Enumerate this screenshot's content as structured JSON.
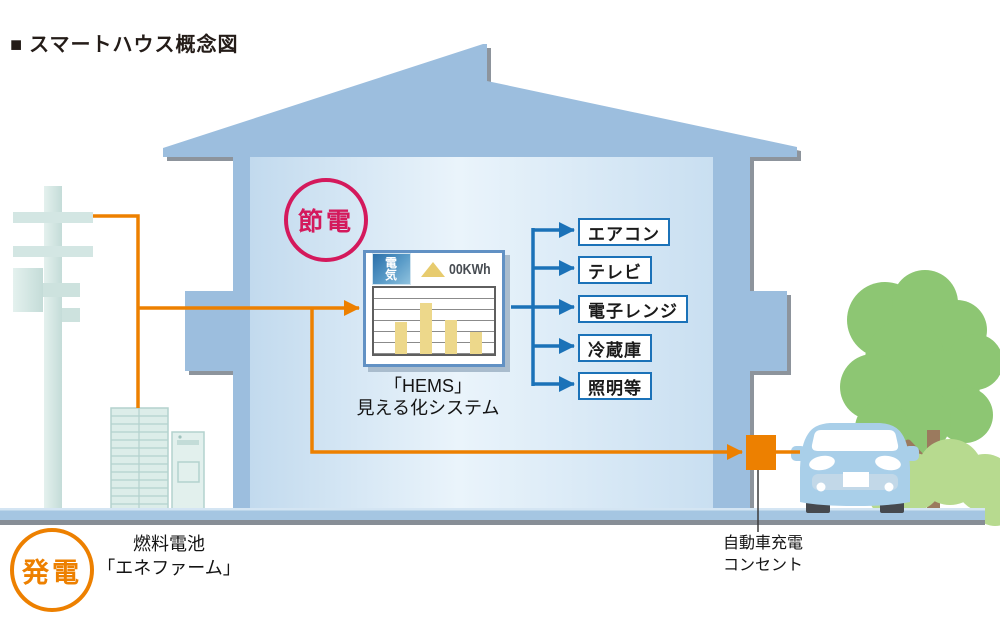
{
  "title": "■ スマートハウス概念図",
  "house": {
    "saving_badge": "節電"
  },
  "monitor": {
    "source_label": "電気",
    "reading": "00KWh",
    "bars_percent": [
      48,
      78,
      51,
      34
    ],
    "caption_line1": "「HEMS」",
    "caption_line2": "見える化システム"
  },
  "appliances": [
    "エアコン",
    "テレビ",
    "電子レンジ",
    "冷蔵庫",
    "照明等"
  ],
  "generation": {
    "badge": "発電",
    "fuel_cell_line1": "燃料電池",
    "fuel_cell_line2": "「エネファーム」"
  },
  "ev": {
    "outlet_line1": "自動車充電",
    "outlet_line2": "コンセント"
  },
  "colors": {
    "flow_orange": "#ed8000",
    "saving_red": "#d4195c",
    "line_blue": "#1b72b8",
    "house_blue": "#9cbede"
  }
}
